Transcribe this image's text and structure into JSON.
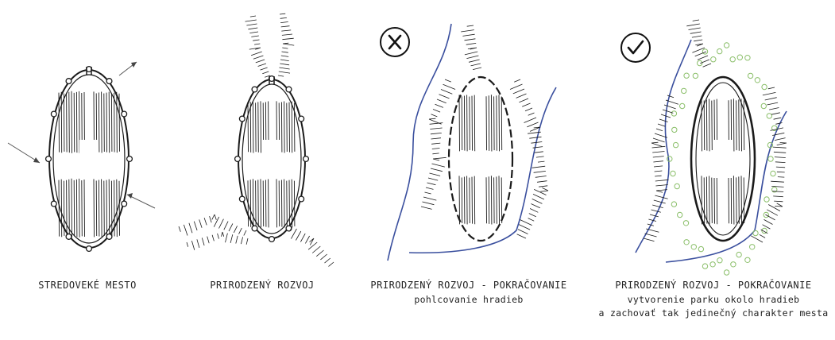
{
  "panels": [
    {
      "title": "STREDOVEKÉ MESTO"
    },
    {
      "title": "PRIRODZENÝ ROZVOJ"
    },
    {
      "title": "PRIRODZENÝ ROZVOJ - POKRAČOVANIE",
      "subtitle": "pohlcovanie hradieb"
    },
    {
      "title": "PRIRODZENÝ ROZVOJ - POKRAČOVANIE",
      "subtitle": "vytvorenie parku okolo hradieb",
      "subtitle2": "a zachovať tak jedinečný charakter mesta"
    }
  ],
  "marks": {
    "wrong": "cross-mark-icon",
    "right": "check-mark-icon"
  },
  "colors": {
    "river": "#3a4f9e",
    "ink": "#1a1a1a",
    "trees": "#8bbf6a"
  }
}
